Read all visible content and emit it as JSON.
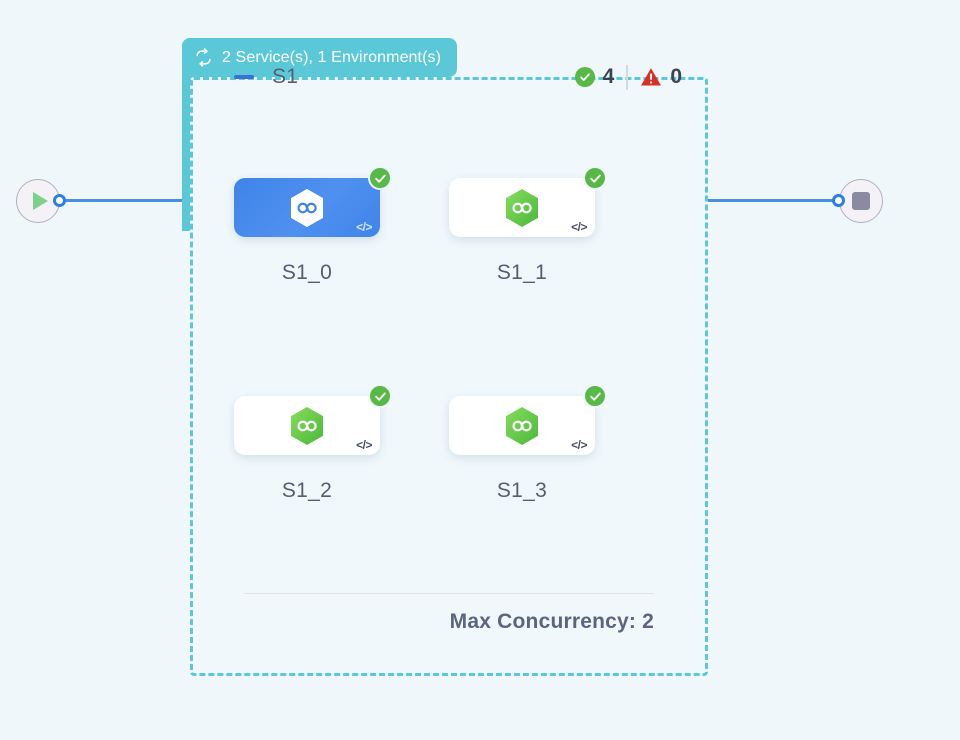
{
  "canvas": {
    "background_color": "#eff7fb"
  },
  "start_node": {
    "name": "start-node",
    "icon": "play-icon",
    "handle": "source-handle"
  },
  "end_node": {
    "name": "end-node",
    "icon": "stop-icon",
    "handle": "target-handle"
  },
  "edges": [
    {
      "name": "edge-start-to-group"
    },
    {
      "name": "edge-group-to-end"
    }
  ],
  "group": {
    "header": {
      "icon": "loop-icon",
      "label": "2 Service(s), 1 Environment(s)",
      "color": "#5bc8d8"
    },
    "title": "S1",
    "collapse_icon": "minus-icon",
    "status": {
      "success_icon": "check-circle-icon",
      "success_count": "4",
      "warning_icon": "warning-triangle-icon",
      "warning_count": "0",
      "success_color": "#58b947",
      "warning_color": "#d93025"
    },
    "nodes": [
      {
        "label": "S1_0",
        "selected": true,
        "status": "success",
        "badge_icon": "check-circle-icon",
        "code_icon": "code-icon",
        "code_glyph": "</>"
      },
      {
        "label": "S1_1",
        "selected": false,
        "status": "success",
        "badge_icon": "check-circle-icon",
        "code_icon": "code-icon",
        "code_glyph": "</>"
      },
      {
        "label": "S1_2",
        "selected": false,
        "status": "success",
        "badge_icon": "check-circle-icon",
        "code_icon": "code-icon",
        "code_glyph": "</>"
      },
      {
        "label": "S1_3",
        "selected": false,
        "status": "success",
        "badge_icon": "check-circle-icon",
        "code_icon": "code-icon",
        "code_glyph": "</>"
      }
    ],
    "footer": "Max Concurrency: 2"
  }
}
